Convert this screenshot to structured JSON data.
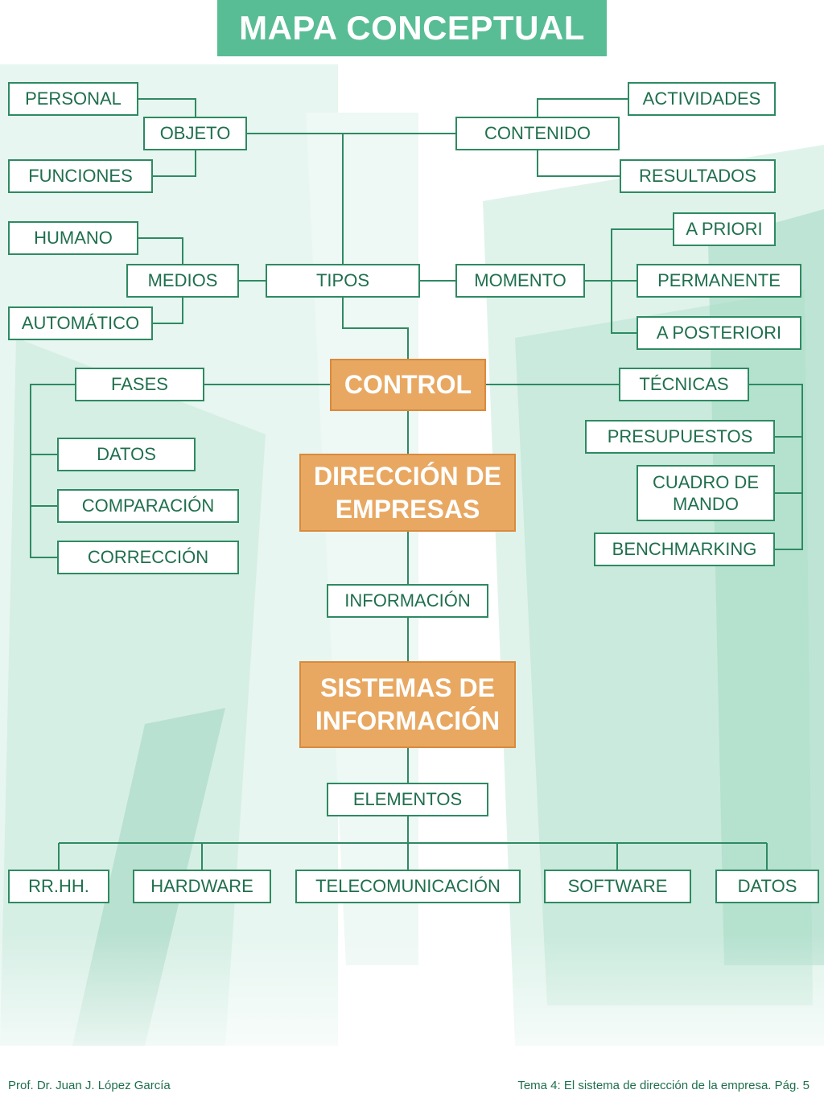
{
  "title": "MAPA CONCEPTUAL",
  "nodes": {
    "personal": "PERSONAL",
    "objeto": "OBJETO",
    "funciones": "FUNCIONES",
    "contenido": "CONTENIDO",
    "actividades": "ACTIVIDADES",
    "resultados": "RESULTADOS",
    "humano": "HUMANO",
    "medios": "MEDIOS",
    "automatico": "AUTOMÁTICO",
    "tipos": "TIPOS",
    "momento": "MOMENTO",
    "a_priori": "A PRIORI",
    "permanente": "PERMANENTE",
    "a_posteriori": "A POSTERIORI",
    "control": "CONTROL",
    "fases": "FASES",
    "datos_fase": "DATOS",
    "comparacion": "COMPARACIÓN",
    "correccion": "CORRECCIÓN",
    "tecnicas": "TÉCNICAS",
    "presupuestos": "PRESUPUESTOS",
    "cuadro_mando": "CUADRO DE\nMANDO",
    "benchmarking": "BENCHMARKING",
    "direccion": "DIRECCIÓN DE\nEMPRESAS",
    "informacion": "INFORMACIÓN",
    "sistemas": "SISTEMAS DE\nINFORMACIÓN",
    "elementos": "ELEMENTOS",
    "rrhh": "RR.HH.",
    "hardware": "HARDWARE",
    "telecom": "TELECOMUNICACIÓN",
    "software": "SOFTWARE",
    "datos_elem": "DATOS"
  },
  "footer": {
    "author": "Prof.  Dr. Juan J. López García",
    "course": "Tema 4: El sistema de dirección de la empresa. Pág. 5"
  },
  "colors": {
    "accent_green": "#58bd94",
    "line_green": "#2e8a62",
    "text_green": "#1f6f4d",
    "highlight_orange": "#e8a862"
  }
}
